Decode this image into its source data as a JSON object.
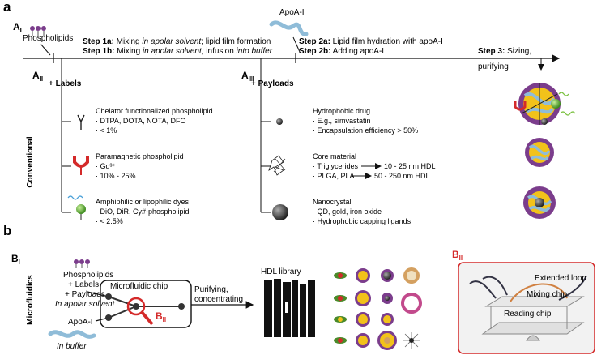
{
  "panel_a": {
    "label": "a",
    "AI": {
      "letter": "A",
      "sub": "I"
    },
    "phospholipids": "Phospholipids",
    "apoa": "ApoA-I",
    "step1a": {
      "bold": "Step 1a:",
      "t1": " Mixing ",
      "it": "in apolar solvent",
      "t2": "; lipid film formation"
    },
    "step1b": {
      "bold": "Step 1b:",
      "t1": " Mixing ",
      "it": "in apolar solvent;",
      "t2": " infusion ",
      "it2": "into buffer"
    },
    "step2a": {
      "bold": "Step 2a:",
      "t": " Lipid film hydration with apoA-I"
    },
    "step2b": {
      "bold": "Step 2b:",
      "t": " Adding apoA-I"
    },
    "step3": {
      "bold": "Step 3:",
      "t": " Sizing,",
      "t2": "purifying"
    },
    "conventional": "Conventional",
    "AII": {
      "letter": "A",
      "sub": "II",
      "plus": "+ Labels"
    },
    "AIII": {
      "letter": "A",
      "sub": "III",
      "plus": "+ Payloads"
    },
    "labels": [
      {
        "title": "Chelator functionalized phospholipid",
        "b1": "DTPA, DOTA, NOTA, DFO",
        "b2": "< 1%"
      },
      {
        "title": "Paramagnetic phospholipid",
        "b1": "Gd³⁺",
        "b2": "10% - 25%"
      },
      {
        "title": "Amphiphilic or lipophilic dyes",
        "b1": "DiO, DiR, Cy#-phospholipid",
        "b2": "< 2.5%"
      }
    ],
    "payloads": [
      {
        "title": "Hydrophobic drug",
        "b1": "E.g., simvastatin",
        "b2": "Encapsulation efficiency > 50%"
      },
      {
        "title": "Core material",
        "b1": "Triglycerides",
        "b1r": "10 - 25 nm HDL",
        "b2": "PLGA, PLA",
        "b2r": "50 - 250 nm HDL"
      },
      {
        "title": "Nanocrystal",
        "b1": "QD, gold, iron oxide",
        "b2": "Hydrophobic capping ligands"
      }
    ]
  },
  "panel_b": {
    "label": "b",
    "BI": {
      "letter": "B",
      "sub": "I"
    },
    "microfluidics": "Microfluidics",
    "phospholipids": "Phospholipids",
    "labels": "+ Labels",
    "payloads": "+ Payloads",
    "apolar": "In apolar solvent",
    "chip": "Microfluidic chip",
    "BII_inline": {
      "letter": "B",
      "sub": "II"
    },
    "purifying": "Purifying,",
    "concentrating": "concentrating",
    "apoa": "ApoA-I",
    "buffer": "In buffer",
    "library": "HDL library",
    "BII": {
      "letter": "B",
      "sub": "II"
    },
    "extended_loop": "Extended loop",
    "mixing_chip": "Mixing chip",
    "reading_chip": "Reading chip"
  },
  "colors": {
    "red": "#d42a2a",
    "grey_box": "#f2f2f2",
    "blue_strand": "#8fbcd8",
    "yellow": "#f2c21a",
    "purple": "#7b3d8c",
    "green": "#7cc242"
  }
}
